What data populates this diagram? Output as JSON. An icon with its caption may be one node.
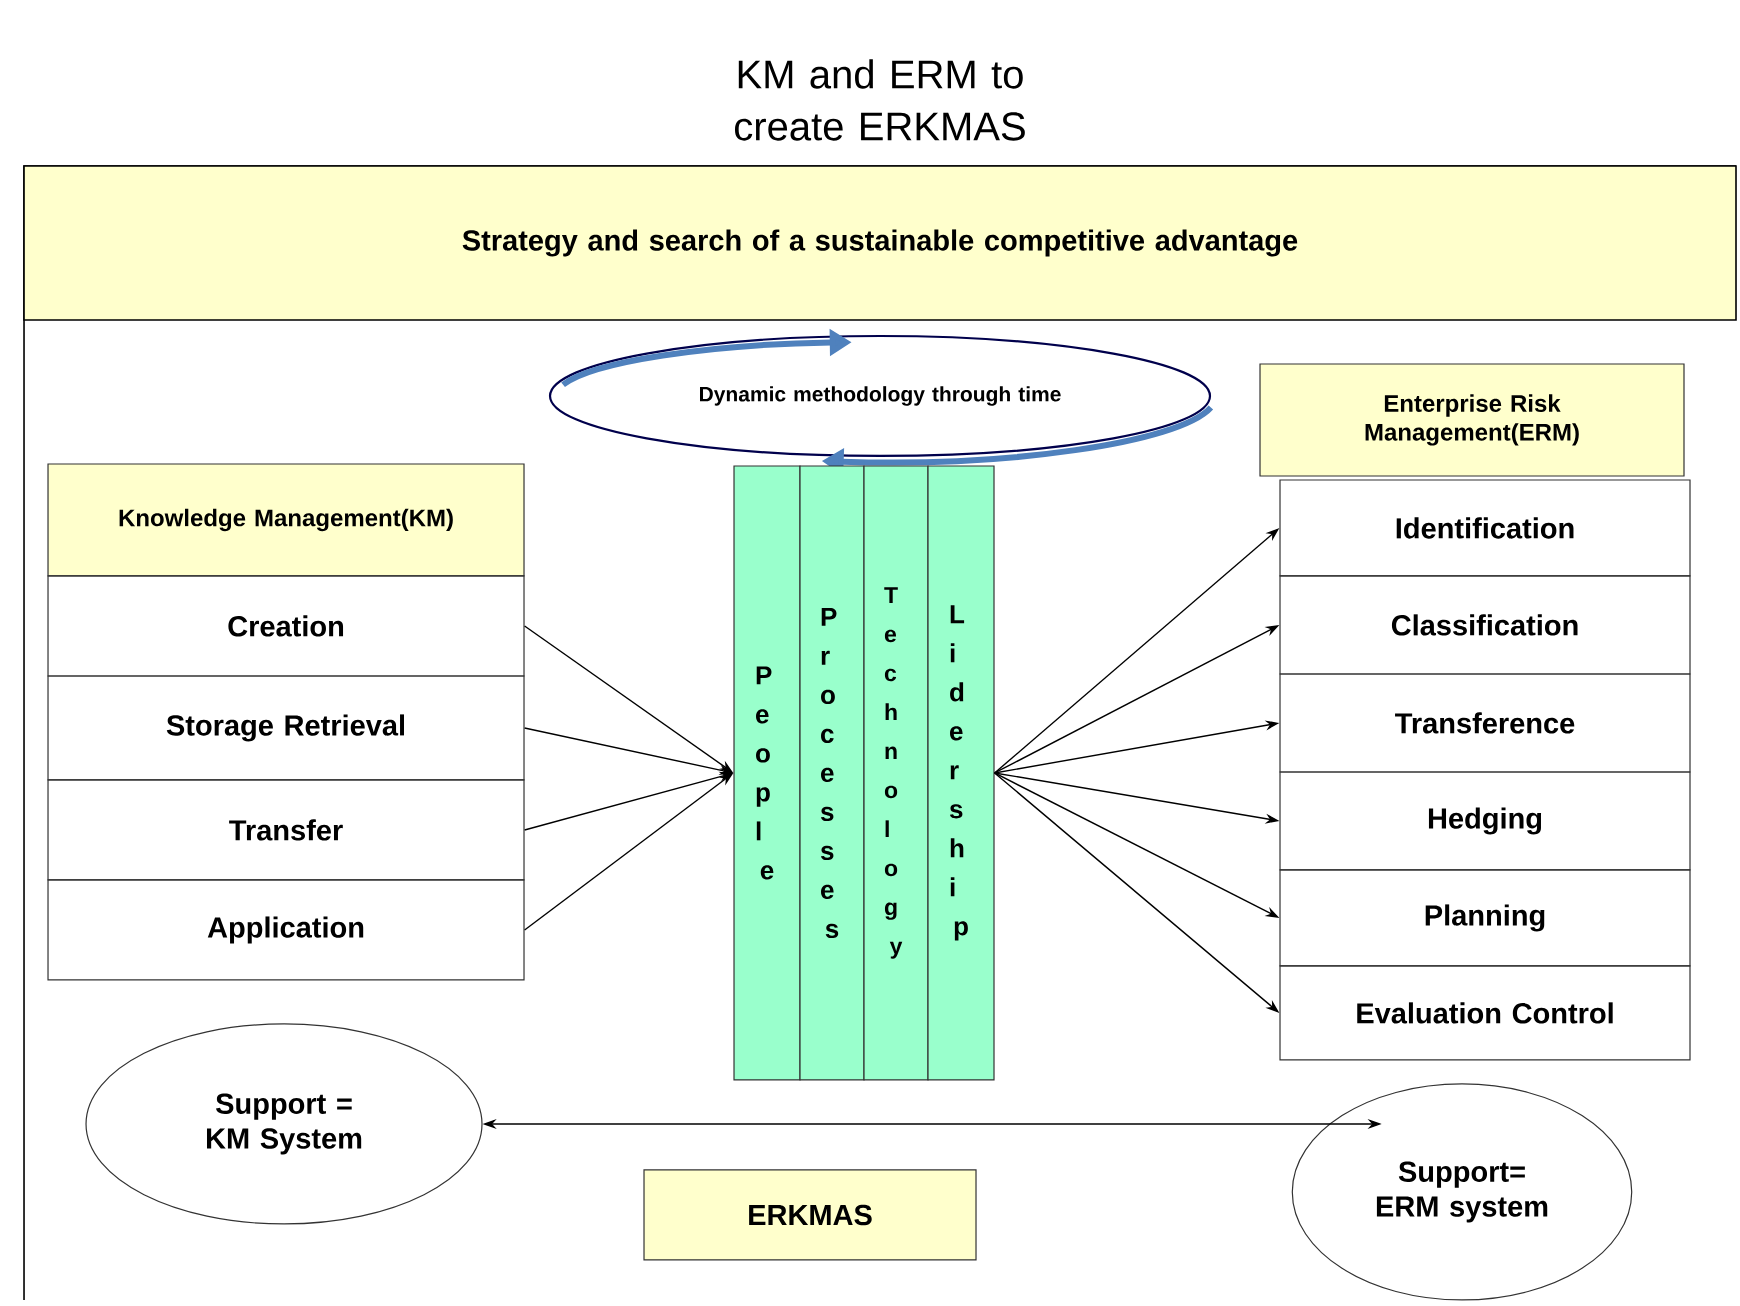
{
  "diagram": {
    "title": "KM and ERM to create ERKMAS",
    "nodes": [
      {
        "text": [
          "Strategy and search of a sustainable competitive advantage"
        ]
      },
      {
        "text": [
          "Dynamic methodology through time"
        ]
      },
      {
        "text": [
          "Knowledge Management(KM)"
        ]
      },
      {
        "text": [
          "Creation"
        ]
      },
      {
        "text": [
          "Storage Retrieval"
        ]
      },
      {
        "text": [
          "Transfer"
        ]
      },
      {
        "text": [
          "Application"
        ]
      },
      {
        "text": [
          "People"
        ]
      },
      {
        "text": [
          "Processes"
        ]
      },
      {
        "text": [
          "Technology"
        ]
      },
      {
        "text": [
          "Lidership"
        ]
      },
      {
        "text": [
          "Enterprise Risk Management(ERM)"
        ]
      },
      {
        "text": [
          "Identification"
        ]
      },
      {
        "text": [
          "Classification"
        ]
      },
      {
        "text": [
          "Transference"
        ]
      },
      {
        "text": [
          "Hedging"
        ]
      },
      {
        "text": [
          "Planning"
        ]
      },
      {
        "text": [
          "Evaluation Control"
        ]
      },
      {
        "text": [
          "Support = KM System"
        ]
      },
      {
        "text": [
          "Support= ERM system"
        ]
      },
      {
        "text": [
          "ERKMAS"
        ]
      }
    ],
    "edges": [
      {
        "from": 3,
        "to": 7,
        "arrow": "to"
      },
      {
        "from": 4,
        "to": 7,
        "arrow": "to"
      },
      {
        "from": 5,
        "to": 7,
        "arrow": "to"
      },
      {
        "from": 6,
        "to": 7,
        "arrow": "to"
      },
      {
        "from": 10,
        "to": 12,
        "arrow": "to"
      },
      {
        "from": 10,
        "to": 13,
        "arrow": "to"
      },
      {
        "from": 10,
        "to": 14,
        "arrow": "to"
      },
      {
        "from": 10,
        "to": 15,
        "arrow": "to"
      },
      {
        "from": 10,
        "to": 16,
        "arrow": "to"
      },
      {
        "from": 10,
        "to": 17,
        "arrow": "to"
      },
      {
        "from": 18,
        "to": 19,
        "arrow": "both"
      }
    ]
  }
}
